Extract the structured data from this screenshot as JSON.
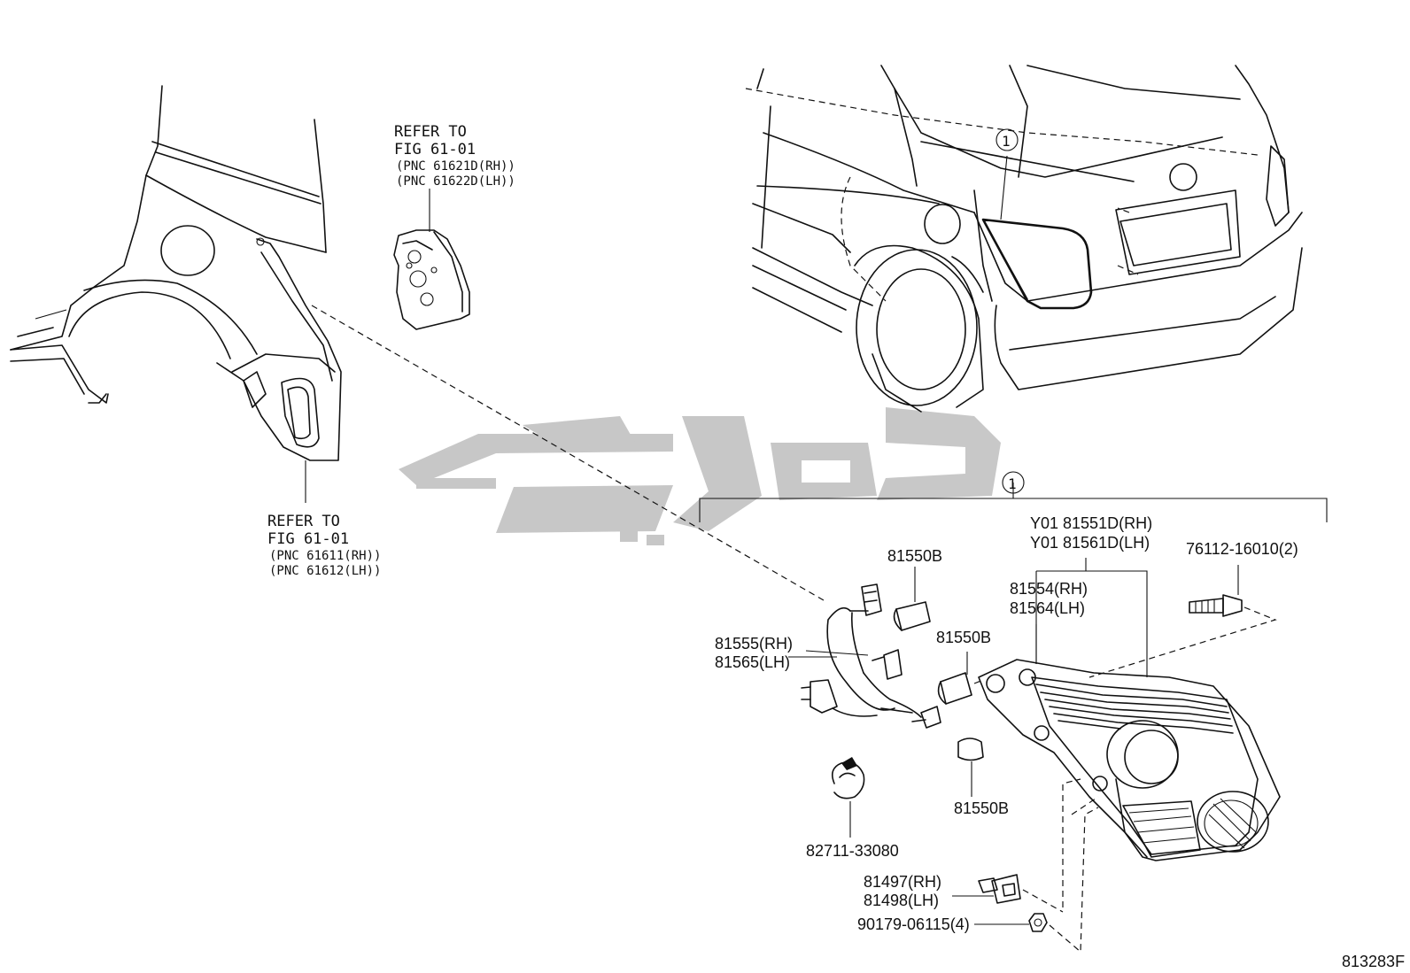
{
  "refer_top": {
    "line1": "REFER TO",
    "line2": "FIG 61-01",
    "line3": "(PNC 61621D(RH))",
    "line4": "(PNC 61622D(LH))"
  },
  "refer_bottom": {
    "line1": "REFER TO",
    "line2": "FIG 61-01",
    "line3": "(PNC 61611(RH))",
    "line4": "(PNC 61612(LH))"
  },
  "callout_marker": "1",
  "parts": {
    "bulb_top": "81550B",
    "bulb_mid": "81550B",
    "bulb_low": "81550B",
    "wire_rh": "81555(RH)",
    "wire_lh": "81565(LH)",
    "lamp_assy_rh": "Y01 81551D(RH)",
    "lamp_assy_lh": "Y01 81561D(LH)",
    "lens_rh": "81554(RH)",
    "lens_lh": "81564(LH)",
    "screw": "76112-16010(2)",
    "clamp": "82711-33080",
    "socket_rh": "81497(RH)",
    "socket_lh": "81498(LH)",
    "nut": "90179-06115(4)"
  },
  "figure_id": "813283F"
}
